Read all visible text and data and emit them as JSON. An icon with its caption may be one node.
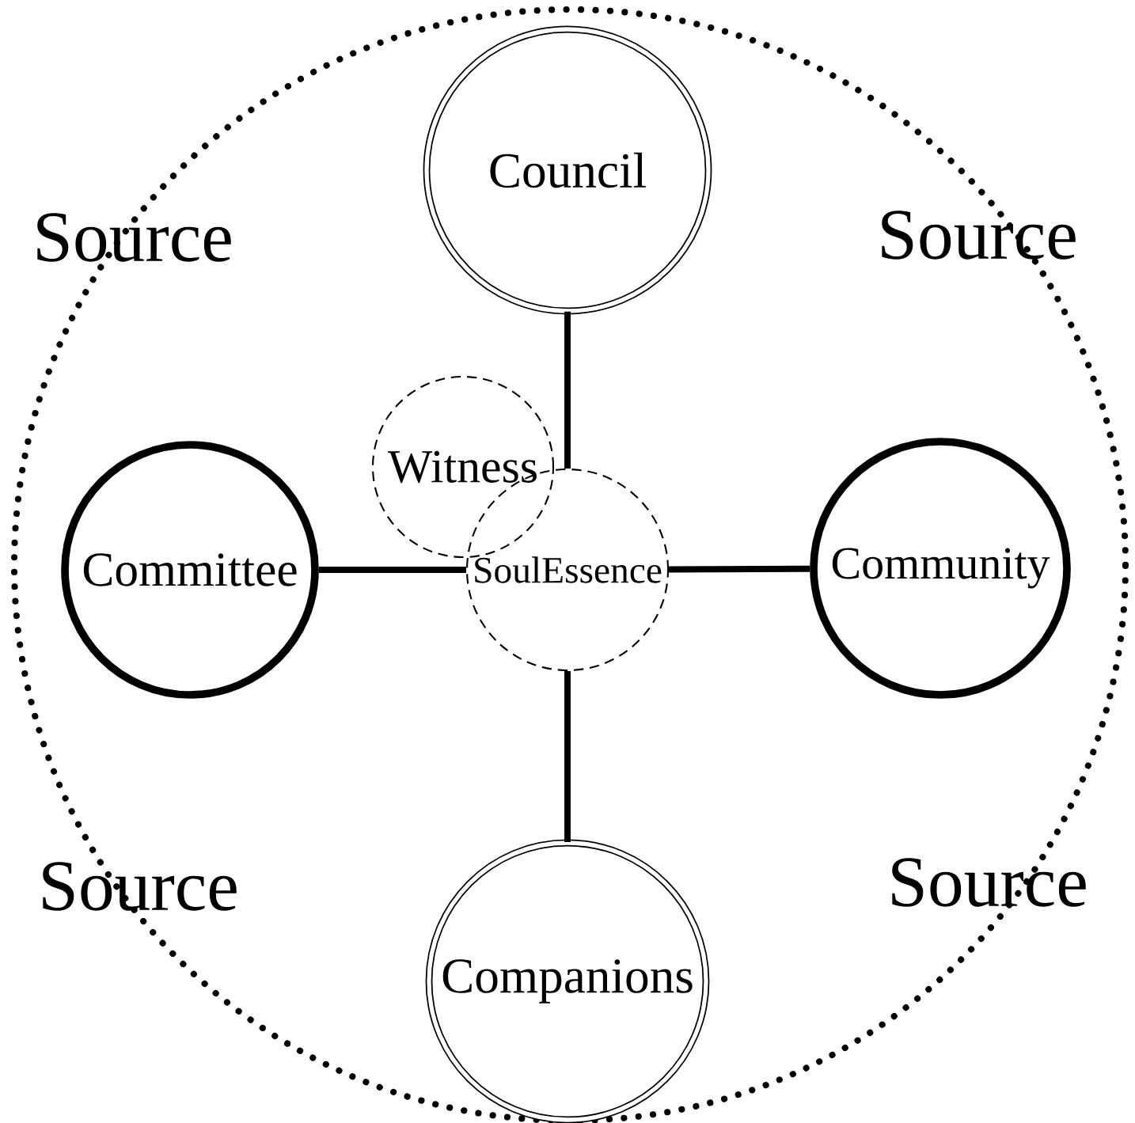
{
  "diagram": {
    "nodes": [
      {
        "text": [],
        "shape": "circle"
      },
      {
        "text": [
          "Council"
        ],
        "in": 0
      },
      {
        "text": [
          "Witness"
        ],
        "in": 0
      },
      {
        "text": [
          "SoulEssence"
        ],
        "in": 0
      },
      {
        "text": [
          "Committee"
        ],
        "in": 0
      },
      {
        "text": [
          "Community"
        ],
        "in": 0
      },
      {
        "text": [
          "Companions"
        ],
        "in": 0
      }
    ],
    "edges": [
      {
        "from": 1,
        "to": 3,
        "arrow": "none"
      },
      {
        "from": 4,
        "to": 3,
        "arrow": "none"
      },
      {
        "from": 3,
        "to": 5,
        "arrow": "none"
      },
      {
        "from": 3,
        "to": 6,
        "arrow": "none"
      }
    ],
    "labels": [
      "Source",
      "Source",
      "Source",
      "Source"
    ]
  }
}
